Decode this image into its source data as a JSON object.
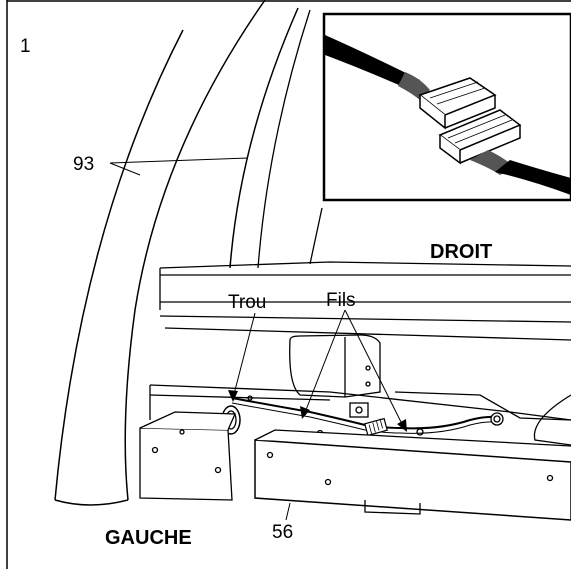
{
  "step_number": "1",
  "labels": {
    "part_93": "93",
    "part_56": "56",
    "right_side": "DROIT",
    "left_side": "GAUCHE",
    "hole": "Trou",
    "wires": "Fils"
  },
  "colors": {
    "line": "#000000",
    "background": "#ffffff",
    "shade": "#d9d9d9"
  }
}
